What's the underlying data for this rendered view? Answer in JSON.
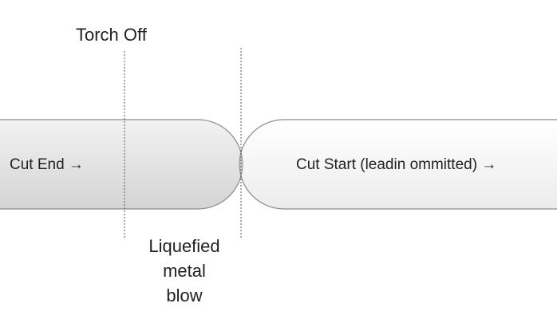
{
  "labels": {
    "torch_off": "Torch Off",
    "cut_end": "Cut End →",
    "cut_start": "Cut Start (leadin ommitted) →",
    "blow": [
      "Liquefied",
      "metal",
      "blow"
    ]
  },
  "colors": {
    "cut_end_fill_top": "#f2f2f2",
    "cut_end_fill_bottom": "#d4d4d4",
    "cut_start_fill_top": "#ffffff",
    "cut_start_fill_bottom": "#ececec",
    "outline": "#8c8c8c",
    "overlap": "#c9c9c9",
    "guide_line": "#555555"
  }
}
